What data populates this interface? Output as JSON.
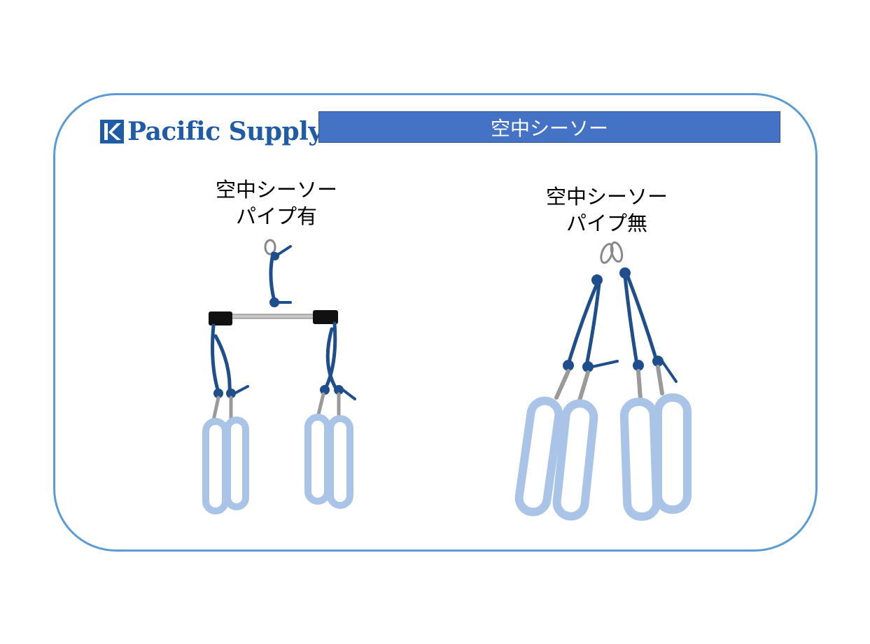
{
  "brand": {
    "name": "Pacific Supply",
    "mark": "k"
  },
  "banner": {
    "title": "空中シーソー"
  },
  "products": [
    {
      "line1": "空中シーソー",
      "line2": "パイプ有"
    },
    {
      "line1": "空中シーソー",
      "line2": "パイプ無"
    }
  ],
  "colors": {
    "frame": "#5b9bd5",
    "banner": "#4472c4",
    "rope": "#1f4e8c",
    "sling": "#a9c4e6"
  }
}
